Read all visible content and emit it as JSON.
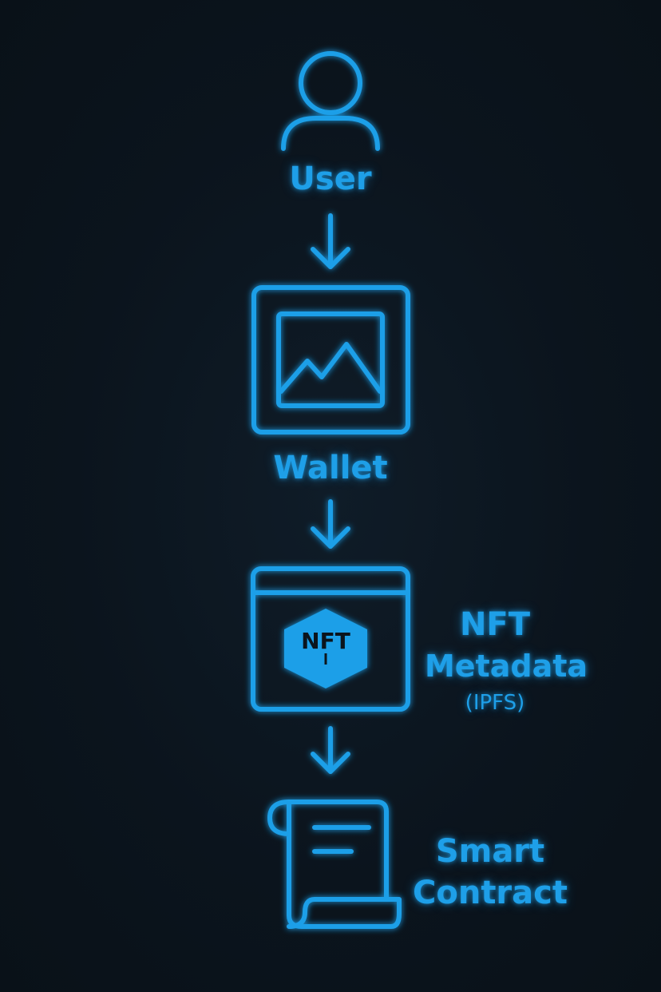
{
  "colors": {
    "accent": "#1e9fe8",
    "background": "#0b141d"
  },
  "nodes": [
    {
      "id": "user",
      "icon": "user-icon",
      "label": "User"
    },
    {
      "id": "wallet",
      "icon": "image-frame-icon",
      "label": "Wallet"
    },
    {
      "id": "nft-metadata",
      "icon": "browser-window-icon",
      "label_lines": [
        "NFT",
        "Metadata",
        "(IPFS)"
      ],
      "badge": "NFT"
    },
    {
      "id": "smart-contract",
      "icon": "scroll-icon",
      "label_lines": [
        "Smart",
        "Contract"
      ]
    }
  ],
  "edges": [
    {
      "from": "user",
      "to": "wallet"
    },
    {
      "from": "wallet",
      "to": "nft-metadata"
    },
    {
      "from": "nft-metadata",
      "to": "smart-contract"
    }
  ]
}
